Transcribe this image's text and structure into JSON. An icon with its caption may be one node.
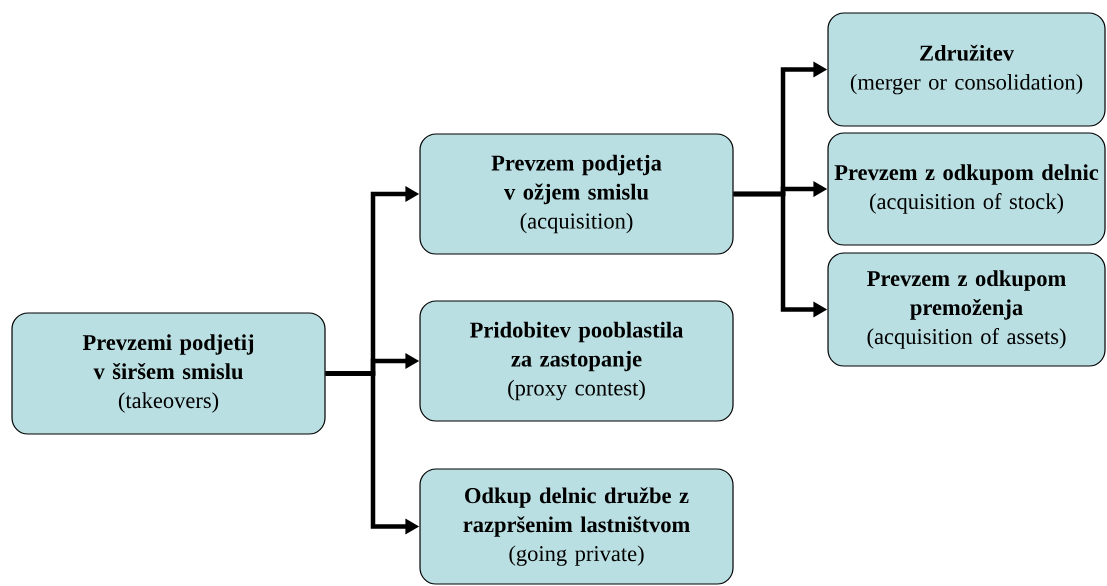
{
  "diagram": {
    "nodes": [
      {
        "text": [
          "Prevzemi podjetij v širšem smislu",
          "(takeovers)"
        ]
      },
      {
        "text": [
          "Prevzem podjetja v ožjem smislu",
          "(acquisition)"
        ]
      },
      {
        "text": [
          "Pridobitev pooblastila za zastopanje",
          "(proxy contest)"
        ]
      },
      {
        "text": [
          "Odkup delnic družbe z razpršenim lastništvom",
          "(going private)"
        ]
      },
      {
        "text": [
          "Združitev",
          "(merger or consolidation)"
        ]
      },
      {
        "text": [
          "Prevzem z odkupom delnic",
          "(acquisition of stock)"
        ]
      },
      {
        "text": [
          "Prevzem z odkupom premoženja",
          "(acquisition of assets)"
        ]
      }
    ],
    "edges": [
      {
        "from": 0,
        "to": 1,
        "arrow": "to"
      },
      {
        "from": 0,
        "to": 2,
        "arrow": "to"
      },
      {
        "from": 0,
        "to": 3,
        "arrow": "to"
      },
      {
        "from": 1,
        "to": 4,
        "arrow": "to"
      },
      {
        "from": 1,
        "to": 5,
        "arrow": "to"
      },
      {
        "from": 1,
        "to": 6,
        "arrow": "to"
      }
    ]
  }
}
